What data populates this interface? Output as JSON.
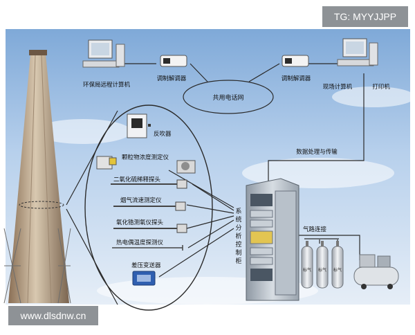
{
  "watermark": {
    "top": "TG: MYYJJPP",
    "bottom": "www.dlsdnw.cn"
  },
  "network": {
    "remote_computer": "环保局远程计算机",
    "modem_left": "调制解调器",
    "shared_network": "共用电话网",
    "modem_right": "调制解调器",
    "onsite_computer": "现场计算机",
    "printer": "打印机",
    "data_processing": "数据处理与传输"
  },
  "instruments": [
    {
      "id": "blowback",
      "label": "反吹器"
    },
    {
      "id": "particulate",
      "label": "颗粒物浓度测定仪"
    },
    {
      "id": "so2",
      "label": "二氧化硫稀释探头"
    },
    {
      "id": "flow",
      "label": "烟气流速测定仪"
    },
    {
      "id": "oxygen",
      "label": "氧化锆测氧仪探头"
    },
    {
      "id": "thermocouple",
      "label": "热电偶温度探测仪"
    },
    {
      "id": "dp",
      "label": "差压变送器"
    }
  ],
  "cabinet": {
    "label": [
      "系",
      "统",
      "分",
      "析",
      "控",
      "制",
      "柜"
    ]
  },
  "gas": {
    "connection": "气路连接",
    "cylinder_text": "标气"
  },
  "colors": {
    "sky_top": "#7fa9d8",
    "sky_bottom": "#e3edf8",
    "line": "#2a2a2a",
    "ground": "#b9b1a6"
  }
}
